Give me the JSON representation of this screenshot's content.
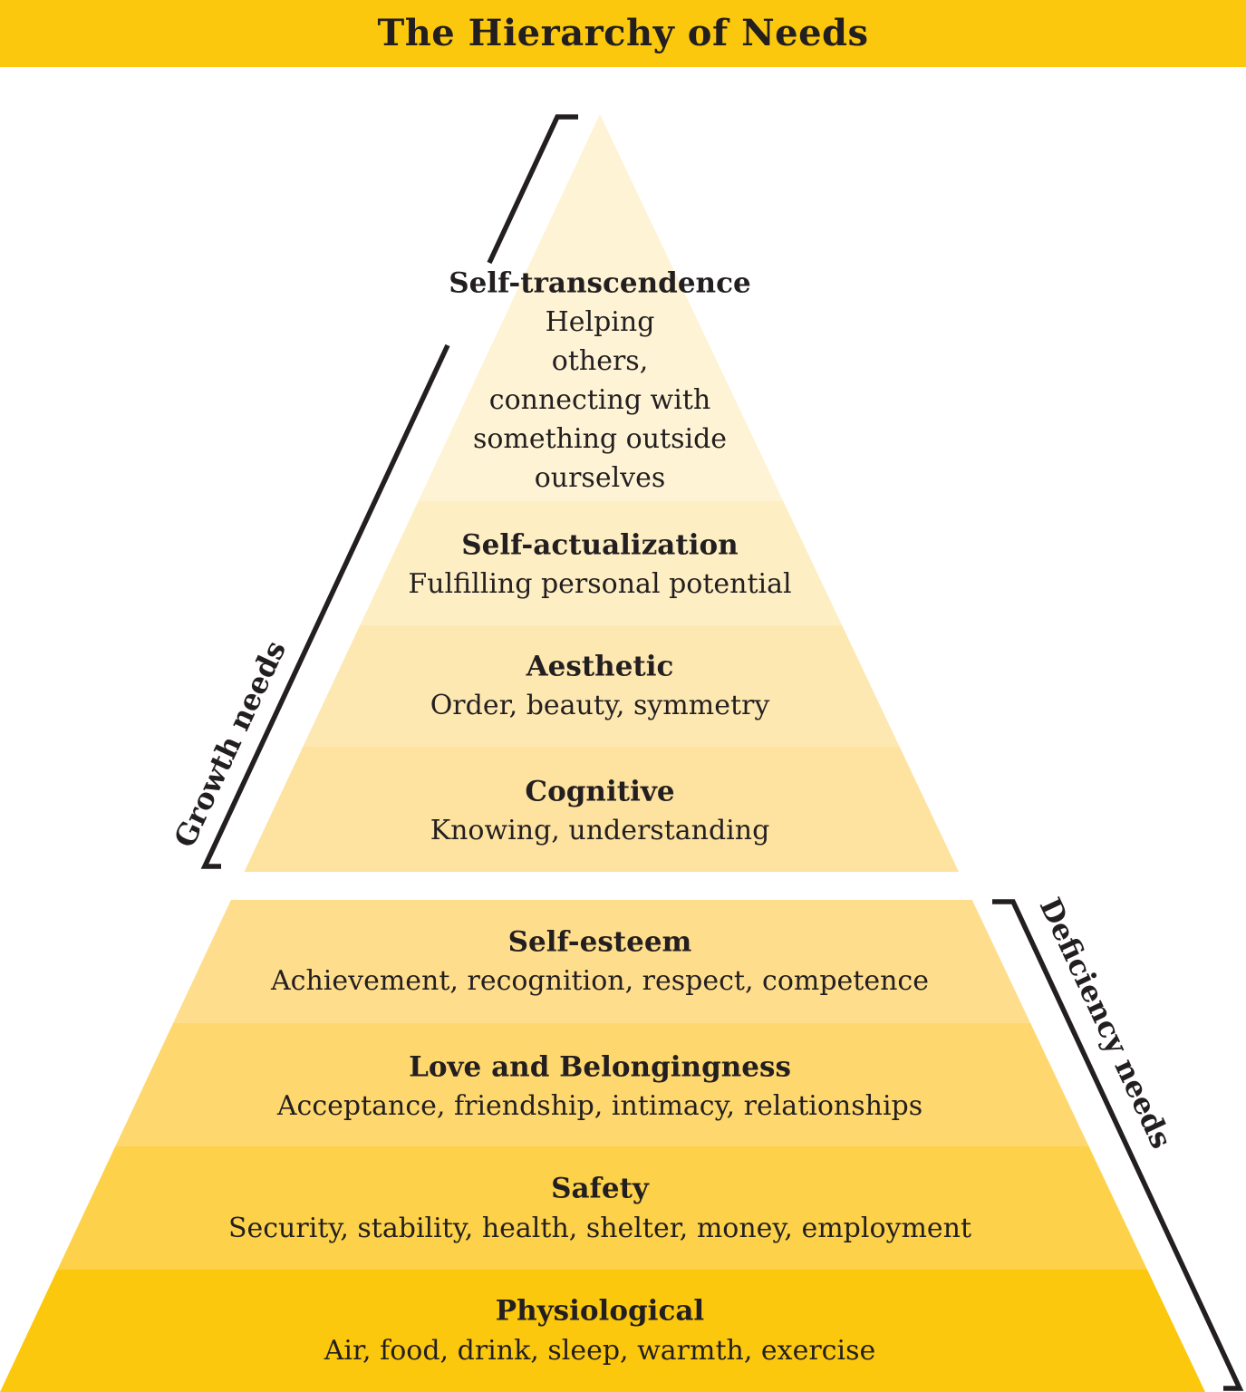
{
  "title": "The Hierarchy of Needs",
  "colors": {
    "title_bar": "#fcc80e",
    "text": "#231f20",
    "bracket": "#231f20"
  },
  "growth_needs": {
    "label": "Growth needs",
    "levels": [
      {
        "name": "Self-transcendence",
        "description_lines": [
          "Helping",
          "others,",
          "connecting with",
          "something outside",
          "ourselves"
        ],
        "color": "#fef3d4"
      },
      {
        "name": "Self-actualization",
        "description_lines": [
          "Fulfilling personal potential"
        ],
        "color": "#feeec4"
      },
      {
        "name": "Aesthetic",
        "description_lines": [
          "Order, beauty, symmetry"
        ],
        "color": "#fee8b2"
      },
      {
        "name": "Cognitive",
        "description_lines": [
          "Knowing, understanding"
        ],
        "color": "#fee3a0"
      }
    ]
  },
  "deficiency_needs": {
    "label": "Deficiency needs",
    "levels": [
      {
        "name": "Self-esteem",
        "description_lines": [
          "Achievement, recognition, respect, competence"
        ],
        "color": "#fedd8c"
      },
      {
        "name": "Love and Belongingness",
        "description_lines": [
          "Acceptance, friendship, intimacy, relationships"
        ],
        "color": "#fed86f"
      },
      {
        "name": "Safety",
        "description_lines": [
          "Security, stability, health, shelter, money, employment"
        ],
        "color": "#fdd24a"
      },
      {
        "name": "Physiological",
        "description_lines": [
          "Air, food, drink, sleep, warmth, exercise"
        ],
        "color": "#fcc80e"
      }
    ]
  }
}
